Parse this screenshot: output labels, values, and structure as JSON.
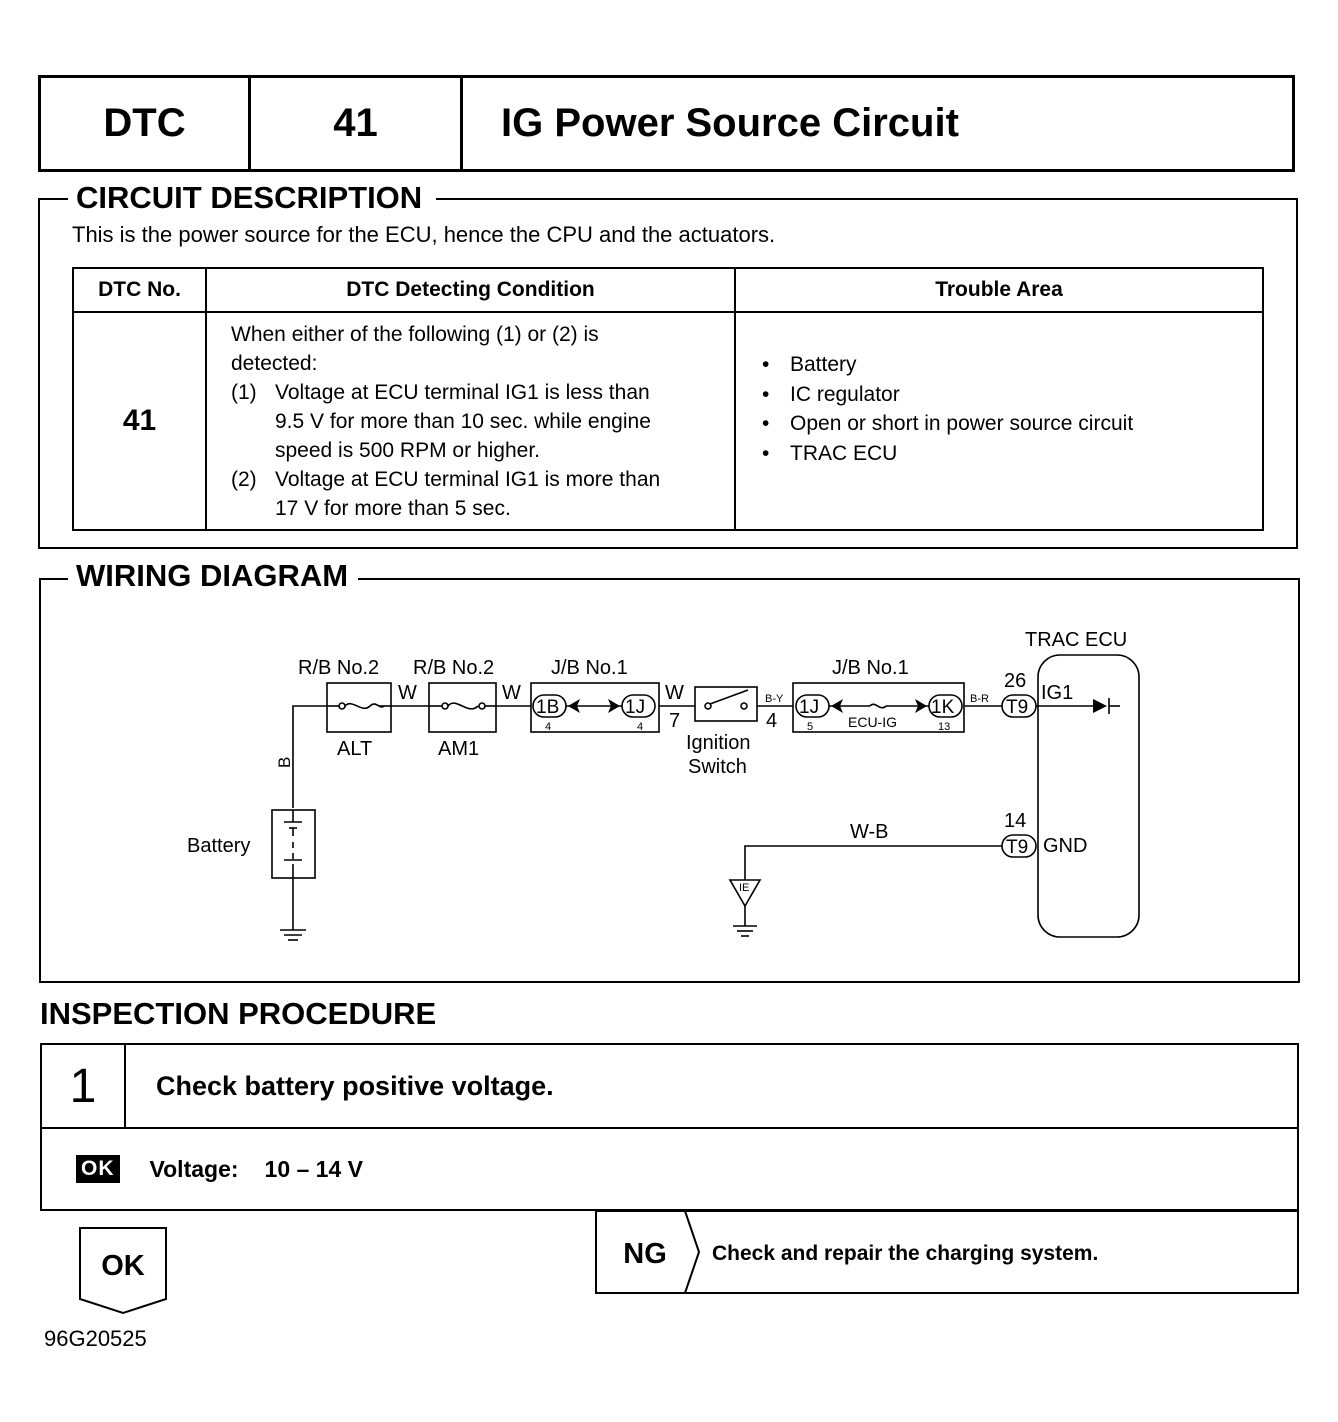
{
  "header": {
    "dtc_label": "DTC",
    "dtc_code": "41",
    "title": "IG Power Source Circuit"
  },
  "circuit_description": {
    "heading": "CIRCUIT DESCRIPTION",
    "text": "This is the power source for the ECU, hence the CPU and the actuators.",
    "table": {
      "headers": [
        "DTC No.",
        "DTC Detecting Condition",
        "Trouble Area"
      ],
      "dtc_no": "41",
      "condition_intro": [
        "When either of the following (1) or (2) is",
        "detected:"
      ],
      "conditions": [
        {
          "num": "(1)",
          "lines": [
            "Voltage at ECU terminal IG1 is less than",
            "9.5 V for more than 10 sec. while engine",
            "speed is 500 RPM or higher."
          ]
        },
        {
          "num": "(2)",
          "lines": [
            "Voltage at ECU terminal IG1 is more than",
            "17 V for more than 5 sec."
          ]
        }
      ],
      "bullet": "•",
      "trouble_areas": [
        "Battery",
        "IC regulator",
        "Open or short in power source circuit",
        "TRAC ECU"
      ]
    }
  },
  "wiring_diagram": {
    "heading": "WIRING DIAGRAM",
    "labels": {
      "rb1": "R/B No.2",
      "rb2": "R/B No.2",
      "jb1": "J/B No.1",
      "jb2": "J/B No.1",
      "alt": "ALT",
      "am1": "AM1",
      "w1": "W",
      "w2": "W",
      "w3": "W",
      "pin7": "7",
      "conn_1b": "1B",
      "conn_1j_a": "1J",
      "pin4a": "4",
      "pin4b": "4",
      "ign_1": "Ignition",
      "ign_2": "Switch",
      "by": "B-Y",
      "pin4c": "4",
      "conn_1j_b": "1J",
      "pin5": "5",
      "ecu_ig": "ECU-IG",
      "conn_1k": "1K",
      "pin13": "13",
      "br": "B-R",
      "pin26": "26",
      "t9a": "T9",
      "ig1": "IG1",
      "ecu": "TRAC ECU",
      "pin14": "14",
      "t9b": "T9",
      "gnd": "GND",
      "wb": "W-B",
      "ie": "IE",
      "b": "B",
      "battery": "Battery"
    }
  },
  "inspection": {
    "heading": "INSPECTION PROCEDURE",
    "step_number": "1",
    "step_title": "Check battery positive voltage.",
    "ok_badge": "OK",
    "voltage_label": "Voltage:",
    "voltage_value": "10 – 14 V",
    "ok_arrow_label": "OK",
    "ng_label": "NG",
    "ng_action": "Check and repair the charging system."
  },
  "figure_id": "96G20525"
}
